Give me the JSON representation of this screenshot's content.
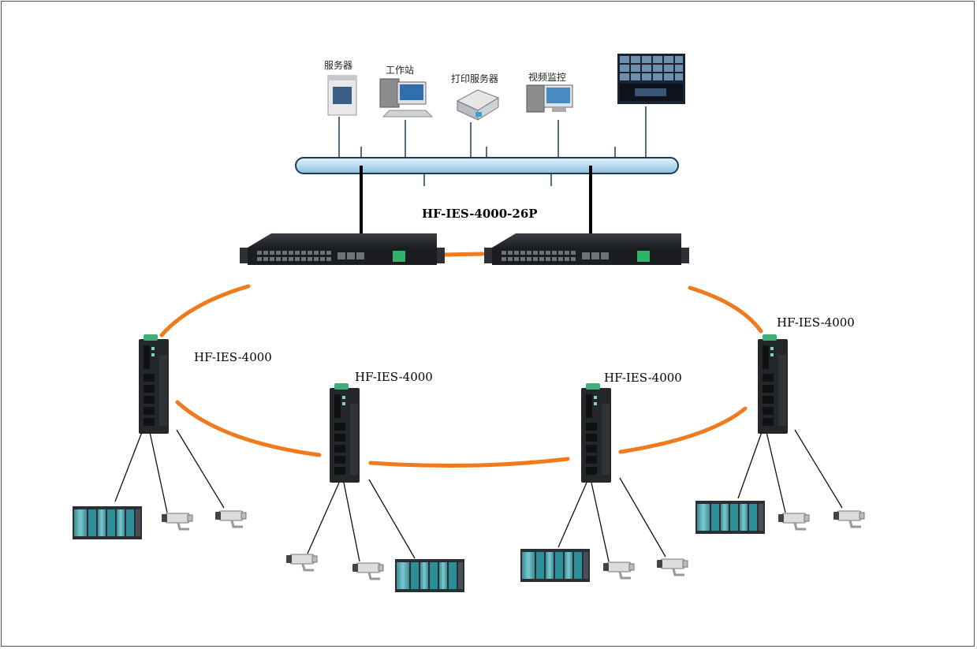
{
  "top_devices": [
    {
      "label": "服务器",
      "icon": "server-icon"
    },
    {
      "label": "工作站",
      "icon": "workstation-icon"
    },
    {
      "label": "打印服务器",
      "icon": "printer-icon"
    },
    {
      "label": "视频监控",
      "icon": "video-monitoring-icon"
    },
    {
      "label": "",
      "icon": "video-wall-icon"
    }
  ],
  "core_switch_label": "HF-IES-4000-26P",
  "ring_switches": [
    {
      "label": "HF-IES-4000"
    },
    {
      "label": "HF-IES-4000"
    },
    {
      "label": "HF-IES-4000"
    },
    {
      "label": "HF-IES-4000"
    }
  ],
  "colors": {
    "ring": "#f07a1c",
    "bus_fill": "#c9e3f3",
    "bus_stroke": "#1a3a5a",
    "switch_body": "#2a2d31",
    "plc_teal": "#5fb7bf"
  }
}
